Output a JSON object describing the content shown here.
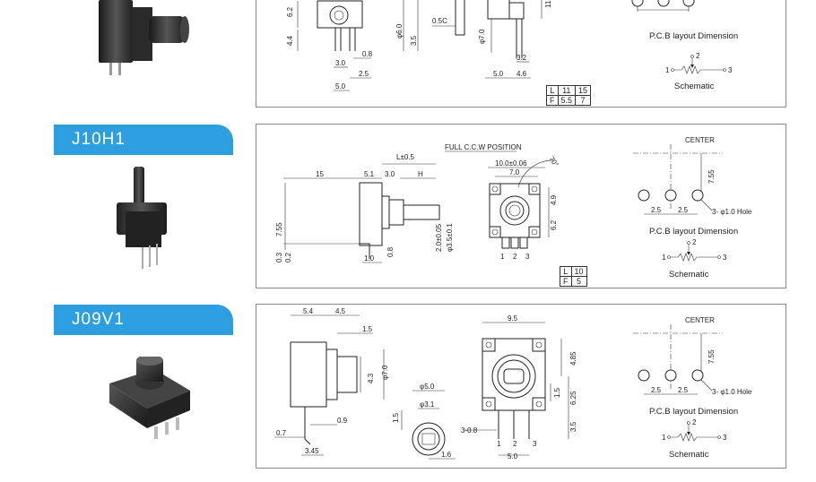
{
  "sections": [
    {
      "model": "",
      "dims": {
        "d1": "6.2",
        "d2": "4.4",
        "d3": "3.0",
        "d4": "5.0",
        "d5": "0.8",
        "d6": "2.5",
        "d7": "φ6.0",
        "d8": "3.5",
        "d9": "0.5C",
        "d10": "φ7.0",
        "d11": "3.2",
        "d12": "5.0",
        "d13": "4.6",
        "d14": "11"
      },
      "lf_table": {
        "row_L": [
          "L",
          "11",
          "15"
        ],
        "row_F": [
          "F",
          "5.5",
          "7"
        ]
      },
      "pcb_label": "P.C.B layout Dimension",
      "schematic_label": "Schematic",
      "pins": [
        "1",
        "2",
        "3"
      ]
    },
    {
      "model": "J10H1",
      "full_ccw": "FULL C.C.W  POSITION",
      "angle": "70°",
      "dims": {
        "l_tol": "L±0.5",
        "h": "H",
        "d15": "15",
        "d51": "5.1",
        "d30": "3.0",
        "d755": "7.55",
        "d03": "0.3",
        "d02": "0.2",
        "d10": "1.0",
        "d08": "0.8",
        "d20": "2.0±0.05",
        "d35": "φ3.5±0.1",
        "top1": "10.0±0.06",
        "top2": "7.0",
        "r49": "4.9",
        "r62": "6.2",
        "center": "CENTER",
        "pcb755": "7.55",
        "p25a": "2.5",
        "p25b": "2.5",
        "hole": "3- φ1.0  Hole"
      },
      "lf_table": {
        "row_L": [
          "L",
          "10"
        ],
        "row_F": [
          "F",
          "5"
        ]
      },
      "pcb_label": "P.C.B layout Dimension",
      "schematic_label": "Schematic",
      "pins": [
        "1",
        "2",
        "3"
      ]
    },
    {
      "model": "J09V1",
      "dims": {
        "d54": "5.4",
        "d45": "4.5",
        "d15a": "1.5",
        "d43": "4.3",
        "d70": "φ7.0",
        "d09": "0.9",
        "d07": "0.7",
        "d345": "3.45",
        "d50": "φ5.0",
        "d31": "φ3.1",
        "d15b": "1.5",
        "d16": "1.6",
        "d95": "9.5",
        "d485": "4.85",
        "d15c": "1.5",
        "d625": "6.25",
        "d35": "3.5",
        "d308": "3-0.8",
        "d50b": "5.0",
        "center": "CENTER",
        "pcb755": "7.55",
        "p25a": "2.5",
        "p25b": "2.5",
        "hole": "3- φ1.0  Hole"
      },
      "pcb_label": "P.C.B layout Dimension",
      "schematic_label": "Schematic",
      "pins": [
        "1",
        "2",
        "3"
      ]
    }
  ]
}
